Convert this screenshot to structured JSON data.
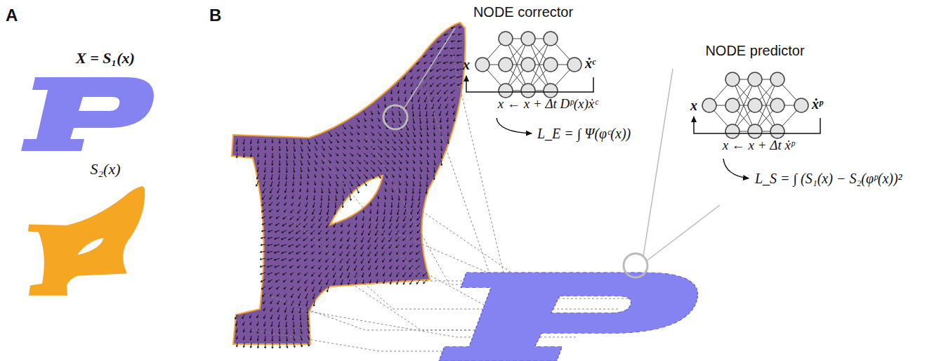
{
  "diagram": {
    "labels": [
      "A",
      "B",
      "X = S₁(x)",
      "S₂(x)",
      "NODE corrector",
      "x",
      "ẋᶜ",
      "x ← x + Δt Dᵖ(x)ẋᶜ",
      "L_E = ∫ Ψ(φᶜ(x))",
      "NODE predictor",
      "x",
      "ẋᵖ",
      "x ← x + Δt ẋᵖ",
      "L_S = ∫ (S₁(x) − S₂(φᵖ(x))²"
    ]
  }
}
